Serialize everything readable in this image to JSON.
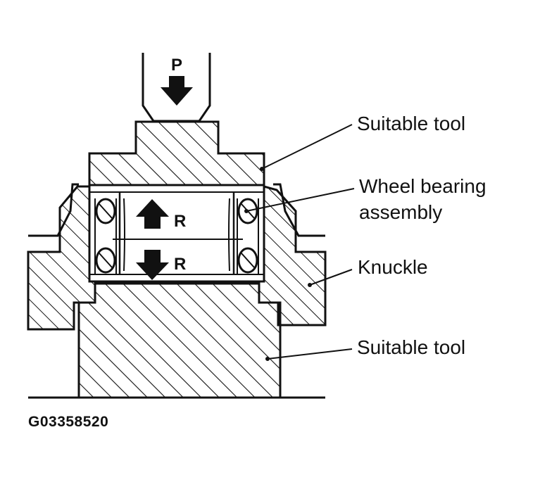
{
  "labels": {
    "top_tool": "Suitable tool",
    "bearing_line1": "Wheel bearing",
    "bearing_line2": "assembly",
    "knuckle": "Knuckle",
    "bottom_tool": "Suitable tool"
  },
  "arrows": {
    "press": "P",
    "reaction_up": "R",
    "reaction_down": "R"
  },
  "figure_code": "G03358520",
  "colors": {
    "ink": "#111111",
    "paper": "#ffffff"
  }
}
